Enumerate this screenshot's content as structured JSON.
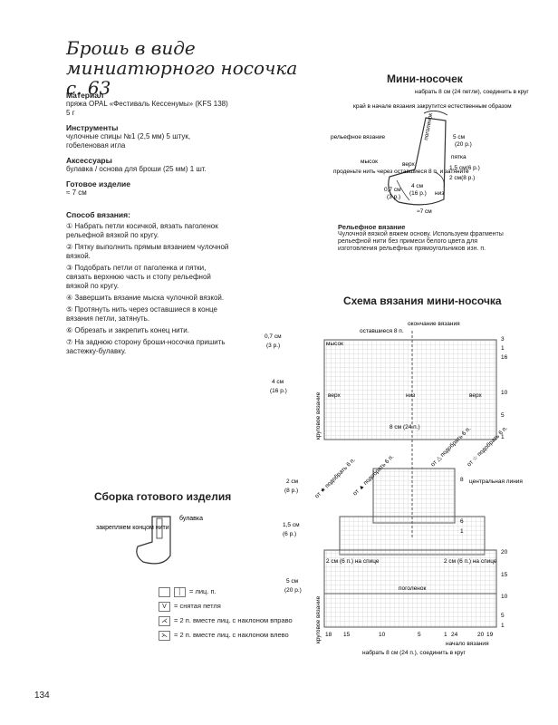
{
  "title": {
    "line1": "Брошь в виде",
    "line2": "миниатюрного носочка с. 63"
  },
  "materials": {
    "h": "Материал",
    "t": "пряжа OPAL «Фестиваль Кессенумы» (KFS 138) 5 г"
  },
  "tools": {
    "h": "Инструменты",
    "t1": "чулочные спицы №1 (2,5 мм) 5 штук,",
    "t2": "гобеленовая игла"
  },
  "accessories": {
    "h": "Аксессуары",
    "t": "булавка / основа для броши (25 мм) 1 шт."
  },
  "finished": {
    "h": "Готовое изделие",
    "t": "≈ 7 см"
  },
  "method": {
    "h": "Способ вязания:",
    "steps": [
      "① Набрать петли косичкой, вязать паголенок рельефной вязкой по кругу.",
      "② Пятку выполнить прямым вязанием чулочной вязкой.",
      "③ Подобрать петли от паголенка и пятки, связать верхнюю часть и стопу рельефной вязкой по кругу.",
      "④ Завершить вязание мыска чулочной вязкой.",
      "⑤ Протянуть нить через оставшиеся в конце вязания петли, затянуть.",
      "⑥ Обрезать и закрепить конец нити.",
      "⑦ На заднюю сторону броши-носочка пришить застежку-булавку."
    ]
  },
  "mini": {
    "title": "Мини-носочек",
    "cast": "набрать 8 см (24 петли), соединить в круг",
    "edge": "край в начале вязания закрутится естественным образом",
    "relief_lbl": "рельефное вязание",
    "cuff": "поголенок",
    "h5": "5 см",
    "h5r": "(20 р.)",
    "heel": "пятка",
    "h15": "1,5 см(6 р.)",
    "h2": "2 см(8 р.)",
    "toe": "мысок",
    "top": "верх",
    "sole": "низ",
    "pull": "проденьте нить через оставшиеся 8 п. и затяните",
    "w07": "0,7 см",
    "w07r": "(3 р.)",
    "w4": "4 см",
    "w4r": "(16 р.)",
    "w7": "≈7 см"
  },
  "relief": {
    "h": "Рельефное вязание",
    "t": "Чулочной вязкой вяжем основу. Используем фрагменты рельефной нити без примеси белого цвета для изготовления рельефных прямоугольников изн. п."
  },
  "scheme": {
    "title": "Схема вязания мини-носочка",
    "end": "окончание вязания",
    "left8": "оставшиеся 8 п.",
    "toe": "мысок",
    "top": "верх",
    "sole": "низ",
    "w8": "8 см (24 п.)",
    "round": "круговое вязание",
    "round2": "круговое вязание",
    "h07": "0,7 см",
    "h07r": "(3 р.)",
    "h4": "4 см",
    "h4r": "(16 р.)",
    "h2": "2 см",
    "h2r": "(8 р.)",
    "h15": "1,5 см",
    "h15r": "(6 р.)",
    "h5": "5 см",
    "h5r": "(20 р.)",
    "pick6a": "от ★ подобрать 6 п.",
    "pick6b": "от ▲ подобрать 6 п.",
    "pick6c": "от △ подобрать 6 п.",
    "pick6d": "от ☆ подобрать 6 п.",
    "central": "центральная линия",
    "needle_l": "2 см (6 п.) на спице",
    "needle_r": "2 см (6 п.) на спице",
    "cuff": "поголенок",
    "start": "начало вязания",
    "cast": "набрать 8 см (24 п.), соединить в круг",
    "right_rows": [
      "3",
      "1",
      "16",
      "10",
      "5",
      "1",
      "8",
      "6",
      "1",
      "20",
      "15",
      "10",
      "5",
      "1"
    ],
    "bottom_nums": [
      "18",
      "15",
      "10",
      "5",
      "1",
      "24",
      "20",
      "19"
    ]
  },
  "assembly": {
    "title": "Сборка готового изделия",
    "fix": "закрепляем концом нити",
    "pin": "булавка"
  },
  "legend": [
    {
      "sym": "│",
      "t": "= лиц. п."
    },
    {
      "sym": "V",
      "t": "= снятая петля"
    },
    {
      "sym": "⋌",
      "t": "= 2 п. вместе лиц. с наклоном вправо"
    },
    {
      "sym": "⋋",
      "t": "= 2 п. вместе лиц. с наклоном влево"
    }
  ],
  "page": "134"
}
